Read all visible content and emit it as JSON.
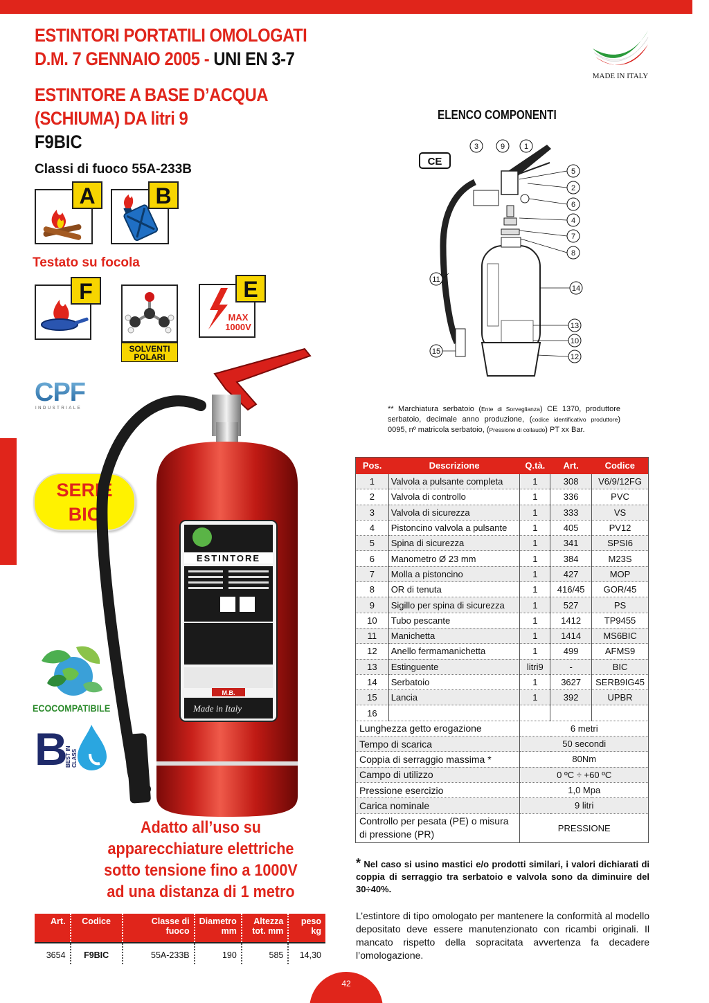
{
  "header": {
    "title_line1": "ESTINTORI PORTATILI OMOLOGATI",
    "title_line2_red": "D.M. 7 GENNAIO 2005 - ",
    "title_line2_black": "UNI EN 3-7",
    "subtitle_line1": "ESTINTORE A BASE D’ACQUA",
    "subtitle_line2": "(SCHIUMA) DA litri 9",
    "model": "F9BIC",
    "fire_classes": "Classi di fuoco 55A-233B",
    "tested": "Testato su focola"
  },
  "class_icons": {
    "a": "A",
    "b": "B",
    "f": "F",
    "e": "E",
    "max_voltage_1": "MAX",
    "max_voltage_2": "1000V",
    "solventi_1": "SOLVENTI",
    "solventi_2": "POLARI"
  },
  "brand": {
    "made_in_italy": "MADE IN ITALY",
    "serie_1": "SERIE",
    "serie_2": "BIC",
    "eco": "ECOCOMPATIBILE",
    "bic_vertical": "BEST IN CLASS",
    "bic_letter": "B"
  },
  "slogan": [
    "Adatto all’uso su",
    "apparecchiature elettriche",
    "sotto tensione fino a 1000V",
    "ad una distanza di 1 metro"
  ],
  "spec_table": {
    "headers": [
      "Art.",
      "Codice",
      "Classe di fuoco",
      "Diametro mm",
      "Altezza tot. mm",
      "peso kg"
    ],
    "row": [
      "3654",
      "F9BIC",
      "55A-233B",
      "190",
      "585",
      "14,30"
    ]
  },
  "components": {
    "title": "ELENCO COMPONENTI",
    "ce_mark": "CE",
    "callouts": [
      "3",
      "9",
      "1",
      "5",
      "2",
      "6",
      "4",
      "7",
      "8",
      "11",
      "14",
      "13",
      "10",
      "12",
      "15"
    ],
    "note": {
      "p1": "** Marchiatura serbatoio (",
      "s1": "Ente di Sorveglianza",
      "p2": ") CE 1370, produttore serbatoio, decimale anno produzione, (",
      "s2": "codice identificativo produttore",
      "p3": ") 0095, nº matricola serbatoio, (",
      "s3": "Pressione di collaudo",
      "p4": ") PT xx Bar."
    }
  },
  "parts_table": {
    "headers": [
      "Pos.",
      "Descrizione",
      "Q.tà.",
      "Art.",
      "Codice"
    ],
    "rows": [
      [
        "1",
        "Valvola a pulsante completa",
        "1",
        "308",
        "V6/9/12FG"
      ],
      [
        "2",
        "Valvola di controllo",
        "1",
        "336",
        "PVC"
      ],
      [
        "3",
        "Valvola di sicurezza",
        "1",
        "333",
        "VS"
      ],
      [
        "4",
        "Pistoncino valvola a pulsante",
        "1",
        "405",
        "PV12"
      ],
      [
        "5",
        "Spina di sicurezza",
        "1",
        "341",
        "SPSI6"
      ],
      [
        "6",
        "Manometro Ø 23 mm",
        "1",
        "384",
        "M23S"
      ],
      [
        "7",
        "Molla a pistoncino",
        "1",
        "427",
        "MOP"
      ],
      [
        "8",
        "OR di tenuta",
        "1",
        "416/45",
        "GOR/45"
      ],
      [
        "9",
        "Sigillo per spina di sicurezza",
        "1",
        "527",
        "PS"
      ],
      [
        "10",
        "Tubo pescante",
        "1",
        "1412",
        "TP9455"
      ],
      [
        "11",
        "Manichetta",
        "1",
        "1414",
        "MS6BIC"
      ],
      [
        "12",
        "Anello fermamanichetta",
        "1",
        "499",
        "AFMS9"
      ],
      [
        "13",
        "Estinguente",
        "litri9",
        "-",
        "BIC"
      ],
      [
        "14",
        "Serbatoio",
        "1",
        "3627",
        "SERB9IG45"
      ],
      [
        "15",
        "Lancia",
        "1",
        "392",
        "UPBR"
      ],
      [
        "16",
        "",
        "",
        "",
        ""
      ]
    ],
    "properties": [
      [
        "Lunghezza getto erogazione",
        "6 metri"
      ],
      [
        "Tempo di scarica",
        "50 secondi"
      ],
      [
        "Coppia di serraggio massima *",
        "80Nm"
      ],
      [
        "Campo di utilizzo",
        "0 ºC ÷ +60 ºC"
      ],
      [
        "Pressione esercizio",
        "1,0 Mpa"
      ],
      [
        "Carica nominale",
        "9 litri"
      ],
      [
        "Controllo per pesata (PE) o misura di pressione (PR)",
        "PRESSIONE"
      ]
    ]
  },
  "warning": {
    "star": "*",
    "text": " Nel caso si usino mastici e/o prodotti similari, i valori dichiarati di coppia di serraggio tra serbatoio e valvola sono da diminuire del 30÷40%.",
    "text2": "L’estintore di tipo omologato per mantenere la conformità al modello depositato deve essere manutenzionato con ricambi originali. Il mancato rispetto della sopracitata avvertenza fa decadere l’omologazione."
  },
  "label_on_product": {
    "estintore": "ESTINTORE",
    "made_in_italy": "Made in Italy",
    "brand": "M.B."
  },
  "cpf": {
    "name": "CPF",
    "sub": "INDUSTRIALE"
  },
  "page_number": "42",
  "colors": {
    "brand_red": "#e0251b",
    "yellow": "#f7d500",
    "badge_yellow": "#fff200"
  }
}
